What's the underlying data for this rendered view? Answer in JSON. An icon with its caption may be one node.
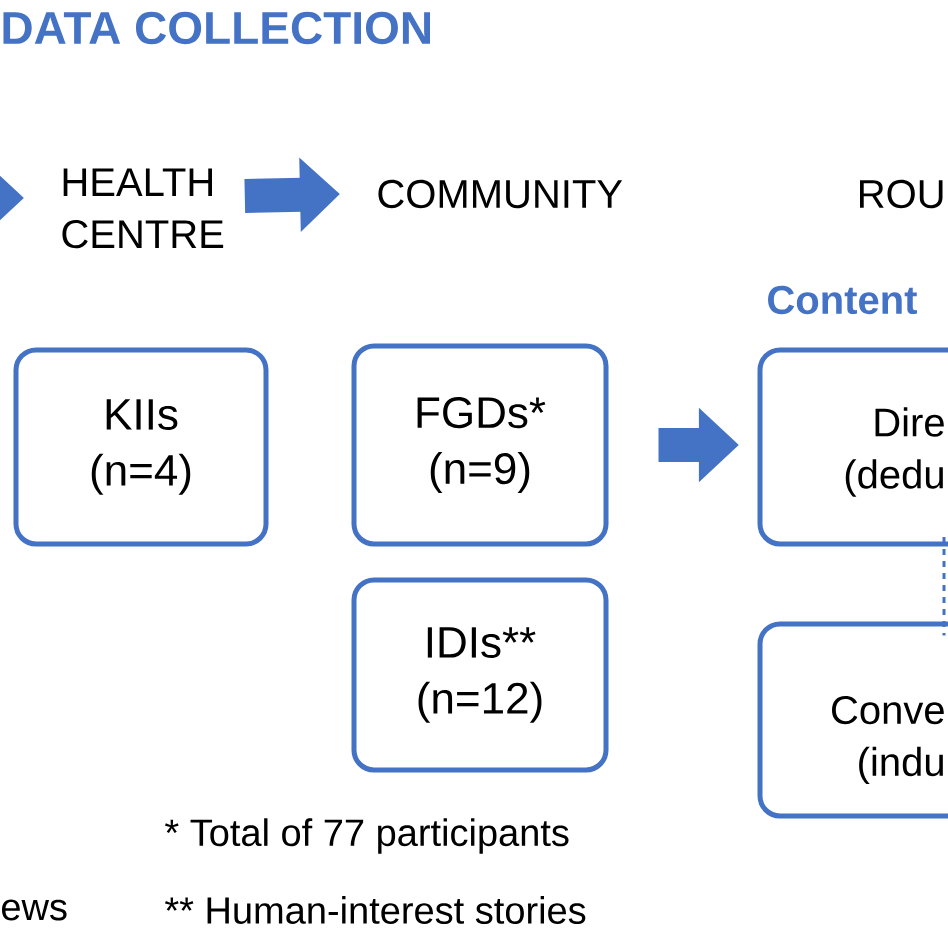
{
  "diagram": {
    "title": "DATA COLLECTION",
    "nodes": [
      {
        "text": [
          "HEALTH CENTRE"
        ]
      },
      {
        "text": [
          "COMMUNITY"
        ]
      },
      {
        "text": [
          "ROU"
        ]
      },
      {
        "text": [
          "KIIs",
          "(n=4)"
        ]
      },
      {
        "text": [
          "FGDs*",
          "(n=9)"
        ]
      },
      {
        "text": [
          "IDIs**",
          "(n=12)"
        ]
      },
      {
        "text": [
          "Dire",
          "(dedu"
        ]
      },
      {
        "text": [
          "Conve",
          "(indu"
        ]
      }
    ],
    "edges": [
      {
        "from": null,
        "to": 0,
        "arrow": "to"
      },
      {
        "from": 0,
        "to": 1,
        "arrow": "to"
      },
      {
        "from": 4,
        "to": 6,
        "arrow": "to"
      },
      {
        "from": 6,
        "to": 7,
        "arrow": "none",
        "style": "dashed"
      }
    ],
    "labels": [
      "Content",
      "* Total of 77 participants",
      "ews",
      "** Human-interest stories"
    ]
  }
}
